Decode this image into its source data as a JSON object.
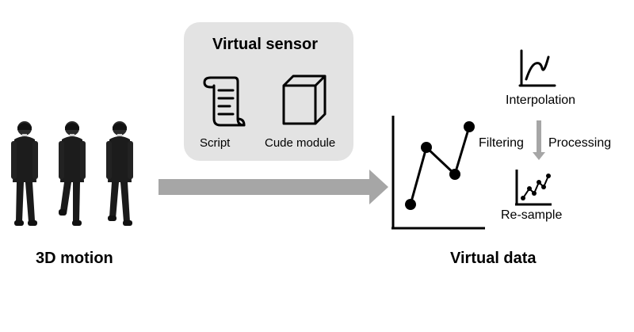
{
  "left": {
    "caption": "3D motion"
  },
  "sensor": {
    "title": "Virtual sensor",
    "script_label": "Script",
    "module_label": "Cude module"
  },
  "right": {
    "caption": "Virtual data",
    "interpolation_label": "Interpolation",
    "filtering_label": "Filtering",
    "processing_label": "Processing",
    "resample_label": "Re-sample"
  },
  "icons": {
    "figure": "walking-person-figure-icon",
    "script": "scroll-icon",
    "module": "cube-icon",
    "interpolation": "curve-plot-icon",
    "resample": "resample-plot-icon"
  },
  "colors": {
    "panel": "#e3e3e3",
    "arrow": "#a6a6a6",
    "ink": "#000000",
    "figure": "#1c1c1c"
  }
}
